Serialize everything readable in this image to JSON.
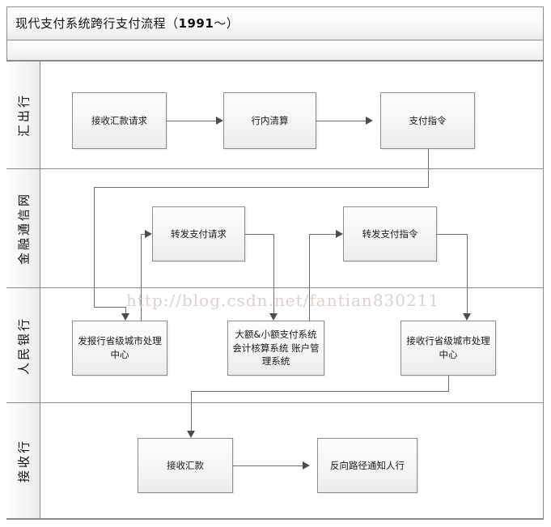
{
  "diagram": {
    "title_main": "现代支付系统跨行支付流程（",
    "title_year": "1991",
    "title_tail": "～）",
    "title_full": "现代支付系统跨行支付流程（1991～）",
    "watermark": "http://blog.csdn.net/fantian830211",
    "type": "swimlane-flowchart",
    "accent": "#8a8a8a",
    "connector_color": "#6e6e6e"
  },
  "lanes": [
    {
      "id": "lane-remitting-bank",
      "label": "汇出行",
      "nodes": [
        {
          "id": "n1",
          "label": "接收汇款请求"
        },
        {
          "id": "n2",
          "label": "行内清算"
        },
        {
          "id": "n3",
          "label": "支付指令"
        }
      ]
    },
    {
      "id": "lane-financial-network",
      "label": "金融通信网",
      "nodes": [
        {
          "id": "n4",
          "label": "转发支付请求"
        },
        {
          "id": "n5",
          "label": "转发支付指令"
        }
      ]
    },
    {
      "id": "lane-pboc",
      "label": "人民银行",
      "nodes": [
        {
          "id": "n6",
          "label": "发报行省级城市处理中心"
        },
        {
          "id": "n7",
          "label": "大额&小额支付系统 会计核算系统 账户管理系统"
        },
        {
          "id": "n8",
          "label": "接收行省级城市处理中心"
        }
      ]
    },
    {
      "id": "lane-receiving-bank",
      "label": "接收行",
      "nodes": [
        {
          "id": "n9",
          "label": "接收汇款"
        },
        {
          "id": "n10",
          "label": "反向路径通知人行"
        }
      ]
    }
  ],
  "edges": [
    {
      "from": "n1",
      "to": "n2"
    },
    {
      "from": "n2",
      "to": "n3"
    },
    {
      "from": "n3",
      "to": "n4"
    },
    {
      "from": "n4",
      "to": "n6"
    },
    {
      "from": "n6",
      "to": "n7"
    },
    {
      "from": "n7",
      "to": "n5"
    },
    {
      "from": "n5",
      "to": "n8"
    },
    {
      "from": "n8",
      "to": "n9"
    },
    {
      "from": "n9",
      "to": "n10"
    }
  ]
}
